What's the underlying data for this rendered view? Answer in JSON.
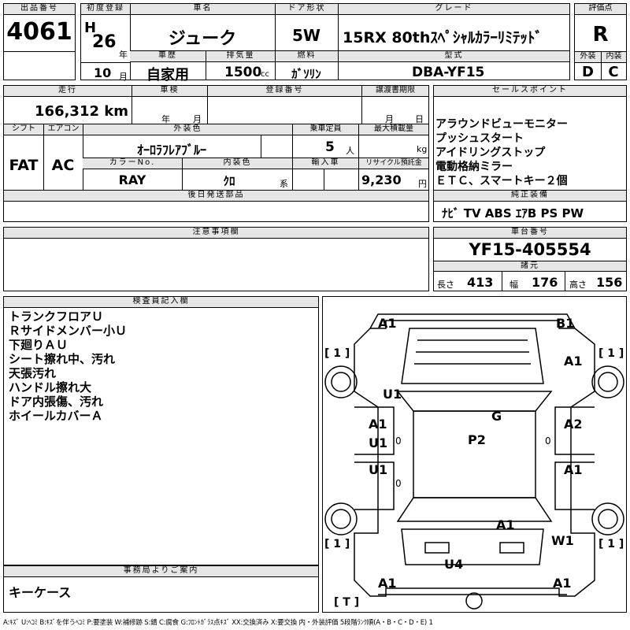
{
  "headers": {
    "lot_no": "出品番号",
    "first_reg": "初度登録",
    "car_name": "車名",
    "door": "ドア形状",
    "grade": "グレード",
    "score": "評価点",
    "history": "車歴",
    "displacement": "排気量",
    "fuel": "燃料",
    "model": "型式",
    "exterior": "外装",
    "interior": "内装",
    "mileage": "走行",
    "inspection": "車検",
    "reg_no": "登録番号",
    "transfer": "譲渡書期限",
    "sales_point": "セールスポイント",
    "shift": "シフト",
    "aircon": "エアコン",
    "ext_color": "外装色",
    "capacity": "乗車定員",
    "max_load": "最大積載量",
    "color_no": "カラーNo.",
    "int_color": "内装色",
    "import": "輸入車",
    "recycle": "リサイクル預託金",
    "later_parts": "後日発送部品",
    "genuine": "純正装備",
    "notes": "注意事項欄",
    "chassis": "車台番号",
    "specs": "諸元",
    "inspector": "検査員記入欄",
    "office": "事務局よりご案内"
  },
  "lot_no": "4061",
  "era": "H",
  "year": "26",
  "year_unit": "年",
  "month": "10",
  "month_unit": "月",
  "car_name": "ジューク",
  "door": "5W",
  "grade": "15RX 80thｽﾍﾟｼｬﾙｶﾗｰﾘﾐﾃｯﾄﾞ",
  "score": "R",
  "history": "自家用",
  "displacement": "1500",
  "displacement_unit": "cc",
  "fuel": "ｶﾞｿﾘﾝ",
  "model": "DBA-YF15",
  "exterior_grade": "D",
  "interior_grade": "C",
  "mileage": "166,312 km",
  "insp_year_unit": "年",
  "insp_month_unit": "月",
  "transfer_month_unit": "月",
  "transfer_day_unit": "日",
  "sales_points": [
    "アラウンドビューモニター",
    "プッシュスタート",
    "アイドリングストップ",
    "電動格納ミラー",
    "ＥＴＣ、スマートキー２個"
  ],
  "shift": "FAT",
  "aircon": "AC",
  "ext_color": "ｵｰﾛﾗﾌﾚｱﾌﾞﾙｰ",
  "capacity": "5",
  "capacity_unit": "人",
  "load_unit": "kg",
  "color_no": "RAY",
  "int_color": "ｸﾛ",
  "int_color_unit": "系",
  "recycle": "9,230",
  "recycle_unit": "円",
  "genuine": "ﾅﾋﾞ TV ABS ｴｱB PS PW",
  "chassis": "YF15-405554",
  "len_label": "長さ",
  "length": "413",
  "wid_label": "幅",
  "width": "176",
  "hei_label": "高さ",
  "height": "156",
  "inspector_notes": [
    "トランクフロアＵ",
    "Ｒサイドメンバー小Ｕ",
    "下廻りＡＵ",
    "シート擦れ中、汚れ",
    "天張汚れ",
    "ハンドル擦れ大",
    "ドア内張傷、汚れ",
    "ホイールカバーＡ"
  ],
  "office_note": "キーケース",
  "diagram": {
    "a1_tl": "A1",
    "b1_tr": "B1",
    "tire_fl": "[ 1 ]",
    "tire_fr": "[ 1 ]",
    "a1_rf": "A1",
    "u1_lf": "U1",
    "g": "G",
    "a1_ld": "A1",
    "a2_rd": "A2",
    "p2": "P2",
    "u1_ld": "U1",
    "u1_lr": "U1",
    "a1_rr": "A1",
    "a1_rear": "A1",
    "w1": "W1",
    "tire_rl": "[ 1 ]",
    "tire_rr": "[ 1 ]",
    "u4": "U4",
    "a1_bl": "A1",
    "a1_br": "A1",
    "t": "[ T ]",
    "zero1": "0",
    "zero2": "0",
    "zero3": "0"
  },
  "legend": "A:ｷｽﾞ U:ﾍｺﾐ B:ｷｽﾞを伴うﾍｺﾐ P:要塗装 W:補修跡 S:錆 C:腐食 G:ﾌﾛﾝﾄｶﾞﾗｽ点ｷｽﾞ XX:交換済み X:要交換 内・外装評価 5段階ﾗﾝｸ順(A・B・C・D・E) 1"
}
